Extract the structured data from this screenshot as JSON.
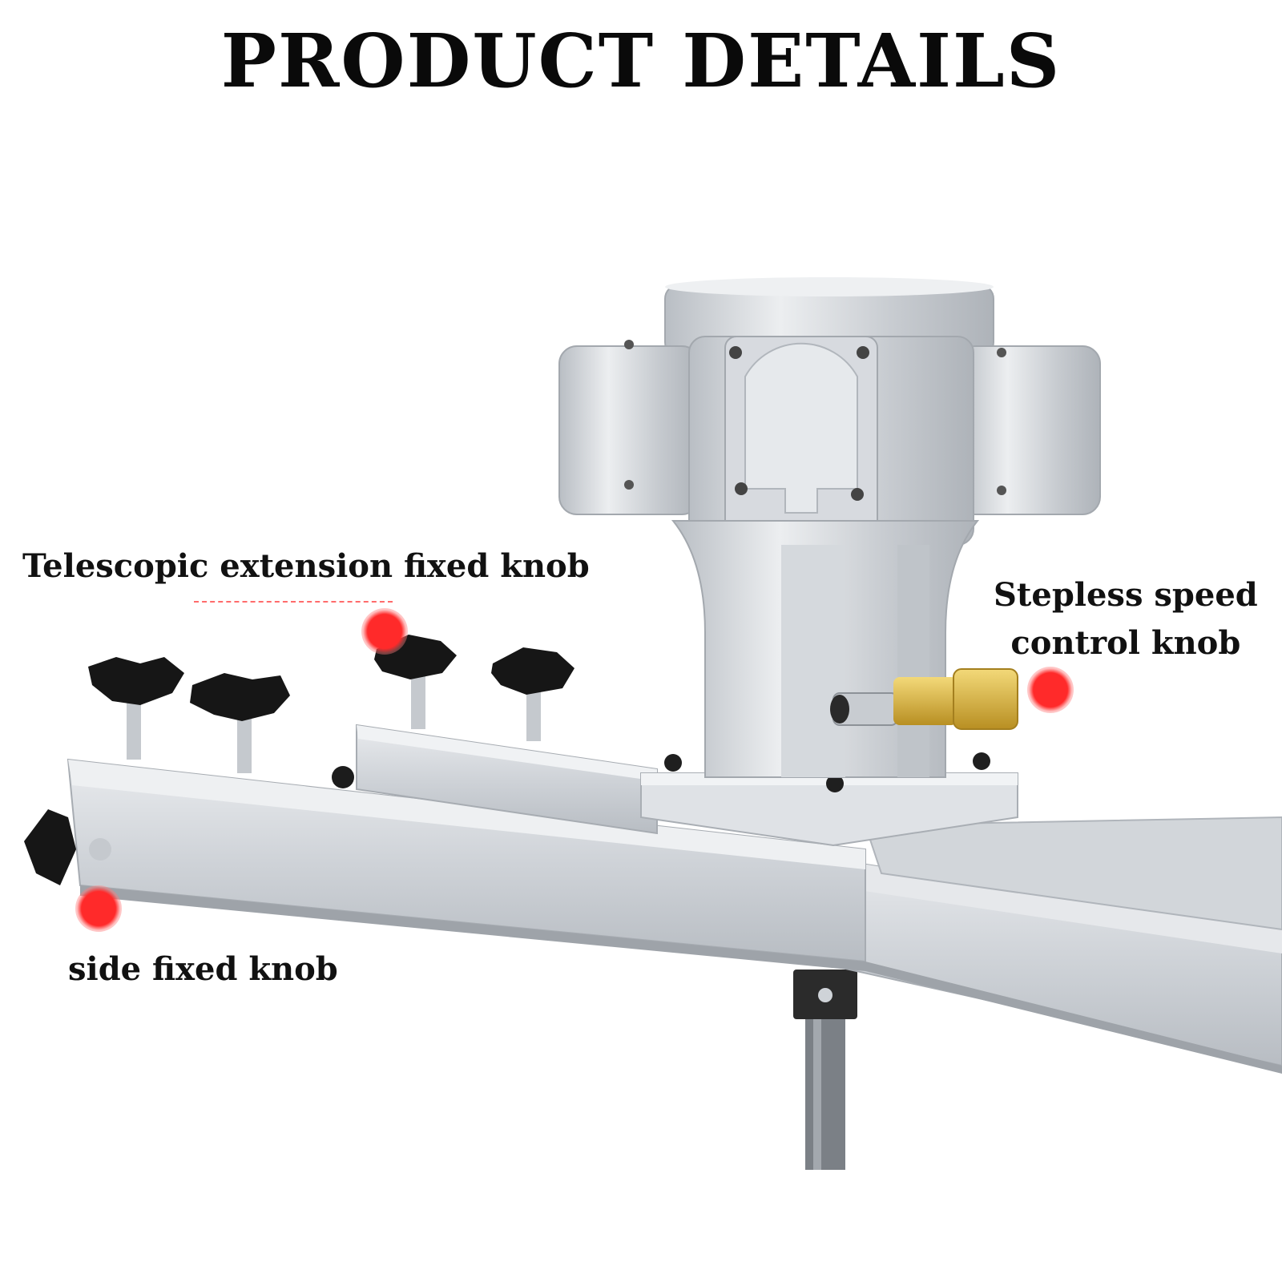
{
  "page": {
    "title": "PRODUCT DETAILS"
  },
  "callouts": {
    "telescopic": "Telescopic extension fixed knob",
    "stepless_line1": "Stepless speed",
    "stepless_line2": "control knob",
    "side": "side fixed knob"
  },
  "colors": {
    "accent_dot": "#ff2a2a",
    "dashed_line": "#ff6b6b",
    "title_text": "#0a0a0a",
    "aluminum": "#c9cdd2",
    "knob_black": "#1a1a1a",
    "brass": "#d8b443"
  }
}
